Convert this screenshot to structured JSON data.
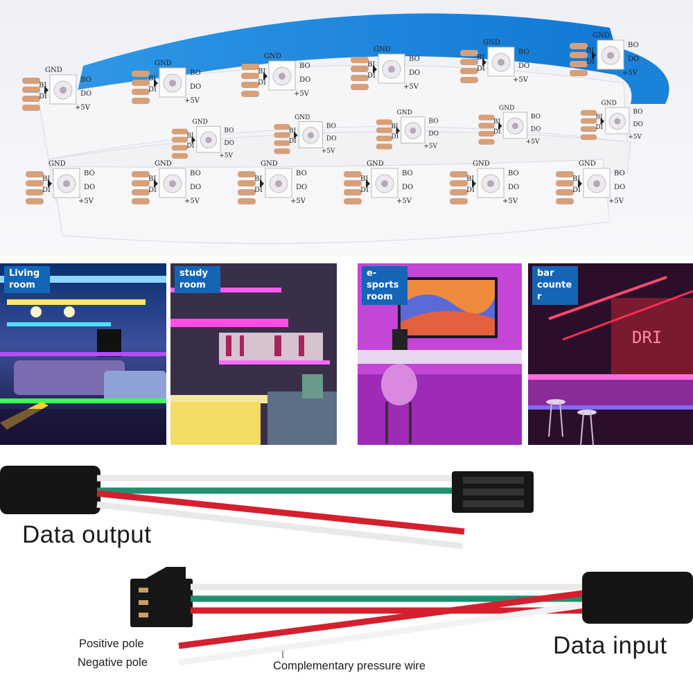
{
  "strip": {
    "pad_labels": {
      "ground": "GND",
      "data_out": "DO",
      "data_in": "DI",
      "backup_out": "BO",
      "backup_in": "BI",
      "power": "+5V"
    },
    "colors": {
      "pcb": "#f4f4f6",
      "pad": "#d6a07a",
      "backing": "#1a8be0"
    }
  },
  "rooms": [
    {
      "label": "Living room"
    },
    {
      "label": "study room"
    },
    {
      "label": "e-sports room"
    },
    {
      "label": "bar counter"
    }
  ],
  "captions": {
    "data_output": "Data output",
    "data_input": "Data input",
    "positive_pole": "Positive pole",
    "negative_pole": "Negative pole",
    "pressure_wire": "Complementary pressure wire"
  },
  "wire_colors": {
    "red": "#d4202e",
    "green": "#1f8f6f",
    "white": "#ffffff",
    "connector": "#111111"
  }
}
